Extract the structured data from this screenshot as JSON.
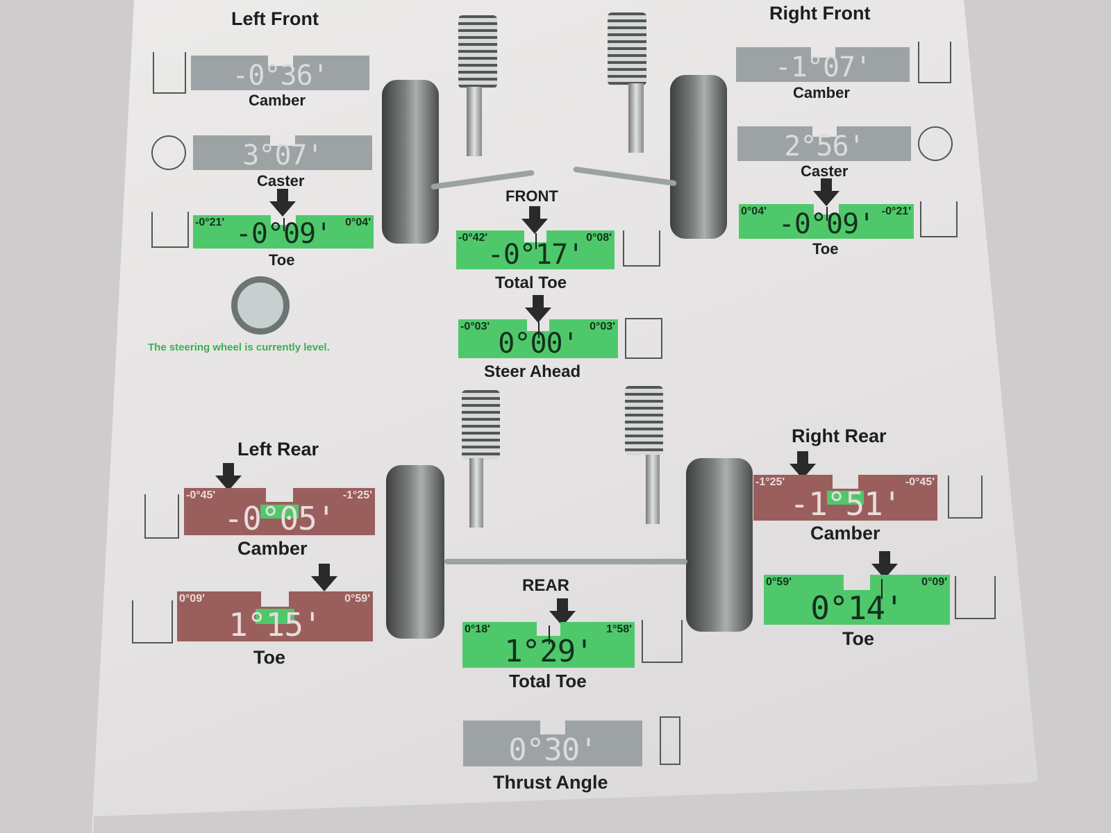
{
  "left_front": {
    "title": "Left Front",
    "camber": {
      "label": "Camber",
      "value": "-0°36'",
      "min": "",
      "max": "",
      "status": "grey"
    },
    "caster": {
      "label": "Caster",
      "value": "3°07'",
      "min": "",
      "max": "",
      "status": "grey"
    },
    "toe": {
      "label": "Toe",
      "value": "-0°09'",
      "min": "-0°21'",
      "max": "0°04'",
      "status": "green"
    }
  },
  "right_front": {
    "title": "Right Front",
    "camber": {
      "label": "Camber",
      "value": "-1°07'",
      "min": "",
      "max": "",
      "status": "grey"
    },
    "caster": {
      "label": "Caster",
      "value": "2°56'",
      "min": "",
      "max": "",
      "status": "grey"
    },
    "toe": {
      "label": "Toe",
      "value": "-0°09'",
      "min": "0°04'",
      "max": "-0°21'",
      "status": "green"
    }
  },
  "front": {
    "title": "FRONT",
    "total_toe": {
      "label": "Total Toe",
      "value": "-0°17'",
      "min": "-0°42'",
      "max": "0°08'",
      "status": "green"
    },
    "steer_ahead": {
      "label": "Steer Ahead",
      "value": "0°00'",
      "min": "-0°03'",
      "max": "0°03'",
      "status": "green"
    }
  },
  "steering_message": "The steering wheel is currently level.",
  "left_rear": {
    "title": "Left Rear",
    "camber": {
      "label": "Camber",
      "value": "-0°05'",
      "min": "-0°45'",
      "max": "-1°25'",
      "status": "red"
    },
    "toe": {
      "label": "Toe",
      "value": "1°15'",
      "min": "0°09'",
      "max": "0°59'",
      "status": "red"
    }
  },
  "right_rear": {
    "title": "Right Rear",
    "camber": {
      "label": "Camber",
      "value": "-1°51'",
      "min": "-1°25'",
      "max": "-0°45'",
      "status": "red"
    },
    "toe": {
      "label": "Toe",
      "value": "0°14'",
      "min": "0°59'",
      "max": "0°09'",
      "status": "green"
    }
  },
  "rear": {
    "title": "REAR",
    "total_toe": {
      "label": "Total Toe",
      "value": "1°29'",
      "min": "0°18'",
      "max": "1°58'",
      "status": "green"
    },
    "thrust_angle": {
      "label": "Thrust Angle",
      "value": "0°30'",
      "min": "",
      "max": "",
      "status": "grey"
    }
  },
  "colors": {
    "in_spec": "#4fc86c",
    "out_of_spec": "#9a5e5c",
    "no_spec": "#9da3a4",
    "message": "#3fae52"
  }
}
